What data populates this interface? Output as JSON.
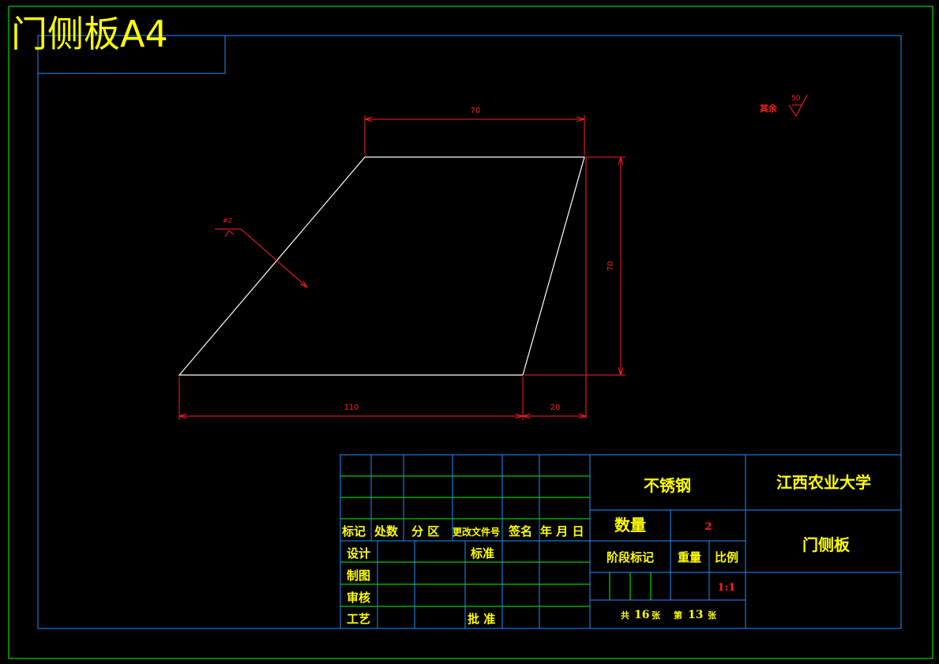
{
  "sheet": {
    "title": "门侧板A4"
  },
  "drawing": {
    "dim_top": "70",
    "dim_right": "70",
    "dim_bottom_left": "110",
    "dim_bottom_right": "20",
    "weld_symbol_label": "#2",
    "roughness_text": "其余",
    "roughness_value": "50"
  },
  "title_block": {
    "headers": [
      "标记",
      "处数",
      "分 区",
      "更改文件号",
      "签名",
      "年 月 日"
    ],
    "roles": [
      "设计",
      "制图",
      "审核",
      "工艺"
    ],
    "standard_label": "标准",
    "approve_label": "批 准",
    "material": "不锈钢",
    "school": "江西农业大学",
    "quantity_label": "数量",
    "quantity_value": "2",
    "part_name": "门侧板",
    "stage_label": "阶段标记",
    "weight_label": "重量",
    "scale_label": "比例",
    "scale_value": "1:1",
    "sheets_total_label": "共",
    "sheets_total": "16",
    "sheets_unit1": "张",
    "sheet_no_label": "第",
    "sheet_no": "13",
    "sheets_unit2": "张"
  },
  "colors": {
    "outer_frame": "#00ff00",
    "inner_frame": "#1e8fff",
    "outline": "#ffffff",
    "dimension": "#ff2020",
    "text": "#ffff00",
    "grid_green": "#00ff00"
  }
}
